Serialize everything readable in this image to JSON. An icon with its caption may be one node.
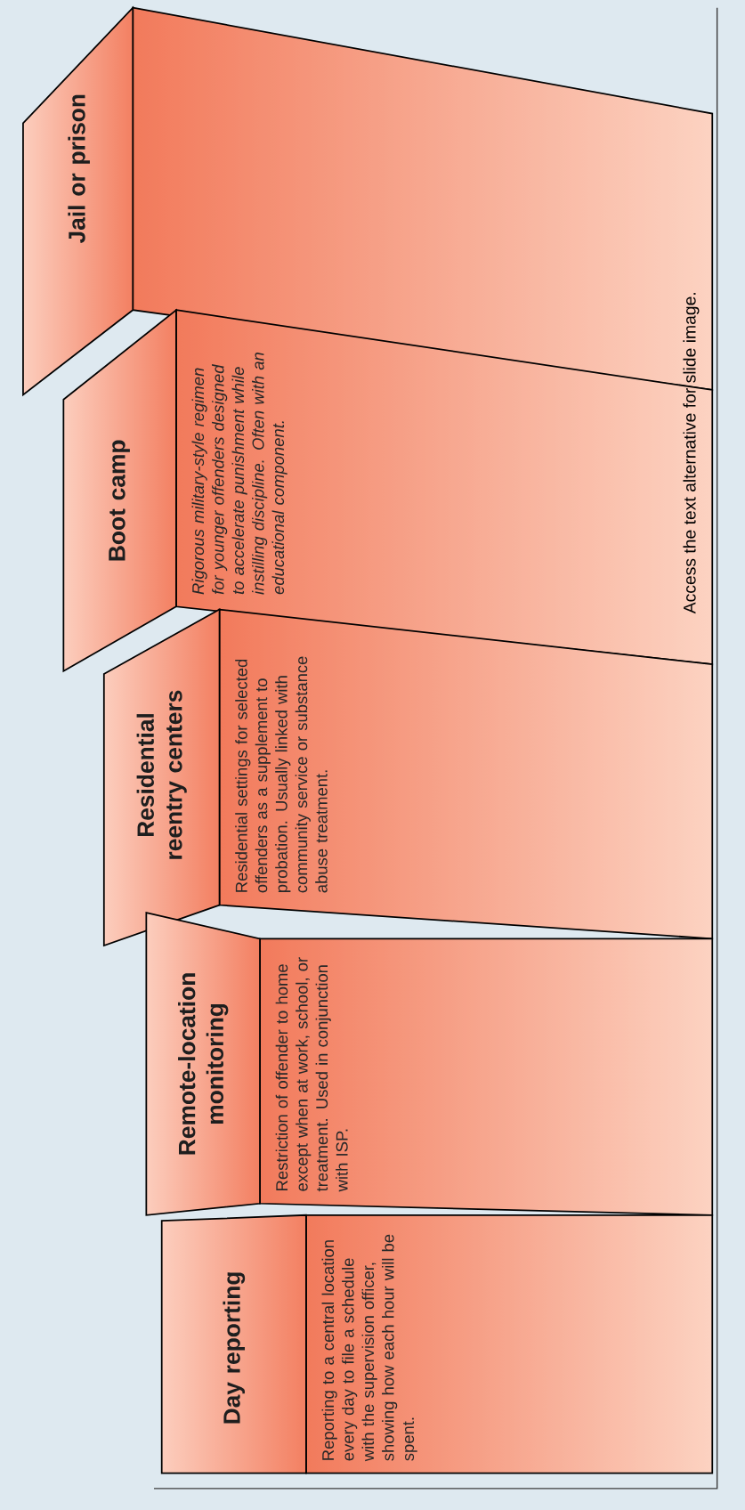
{
  "diagram": {
    "nodes": [
      {
        "text": [
          "Day reporting",
          "Reporting to a central location every day to file a schedule with the supervision officer, showing how each hour will be spent."
        ]
      },
      {
        "text": [
          "Remote-location monitoring",
          "Restriction of offender to home except when at work, school, or treatment. Used in conjunction with ISP."
        ]
      },
      {
        "text": [
          "Residential reentry centers",
          "Residential settings for selected offenders as a supplement to probation. Usually linked with community service or substance abuse treatment."
        ]
      },
      {
        "text": [
          "Boot camp",
          "Rigorous military-style regimen for younger offenders designed to accelerate punishment while instilling discipline. Often with an educational component."
        ]
      },
      {
        "text": [
          "Jail or prison"
        ]
      }
    ],
    "labels": [
      "Access the text alternative for slide image."
    ]
  }
}
